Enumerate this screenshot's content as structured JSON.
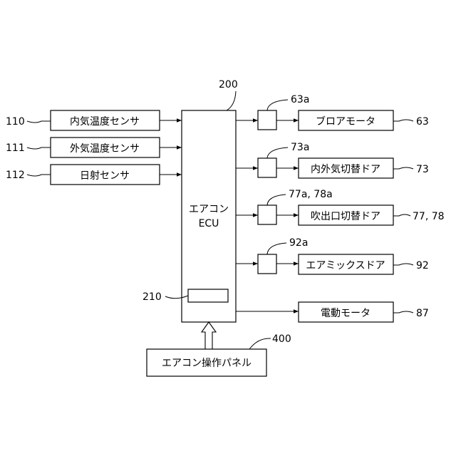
{
  "inputs": [
    {
      "ref": "110",
      "label": "内気温度センサ"
    },
    {
      "ref": "111",
      "label": "外気温度センサ"
    },
    {
      "ref": "112",
      "label": "日射センサ"
    }
  ],
  "ecu": {
    "ref": "200",
    "label_line1": "エアコン",
    "label_line2": "ECU",
    "memory_ref": "210"
  },
  "outputs": [
    {
      "driver_ref": "63a",
      "label": "ブロアモータ",
      "ref": "63"
    },
    {
      "driver_ref": "73a",
      "label": "内外気切替ドア",
      "ref": "73"
    },
    {
      "driver_ref": "77a, 78a",
      "label": "吹出口切替ドア",
      "ref": "77, 78"
    },
    {
      "driver_ref": "92a",
      "label": "エアミックスドア",
      "ref": "92"
    }
  ],
  "motor": {
    "label": "電動モータ",
    "ref": "87"
  },
  "panel": {
    "label": "エアコン操作パネル",
    "ref": "400"
  }
}
